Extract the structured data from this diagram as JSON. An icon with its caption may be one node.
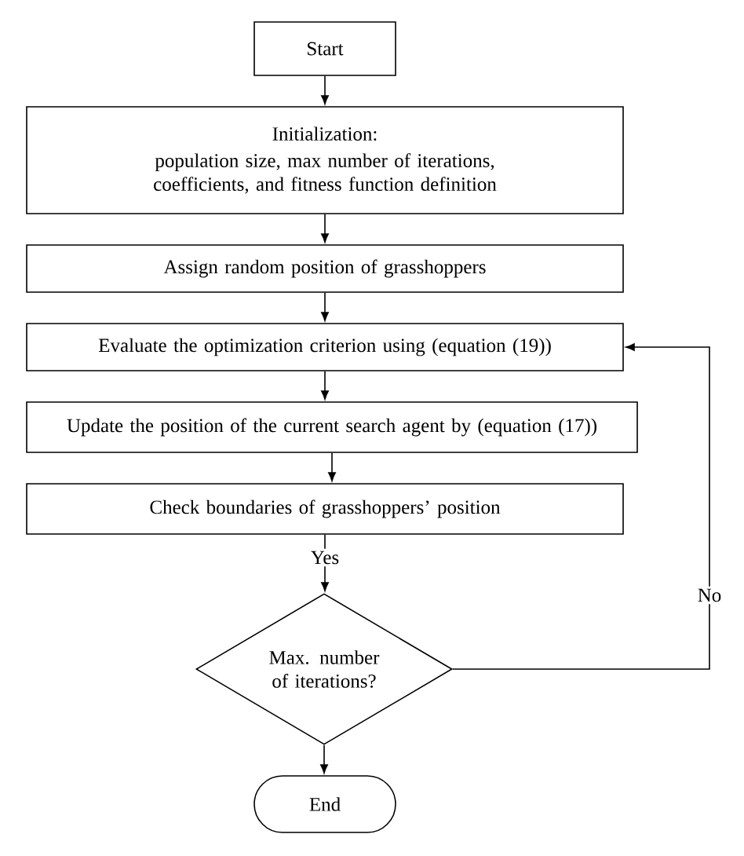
{
  "diagram": {
    "nodes": [
      {
        "text": [
          "Start"
        ]
      },
      {
        "text": [
          "Initialization:",
          "population size, max number of iterations, coefficients, and fitness function definition"
        ]
      },
      {
        "text": [
          "Assign random position of grasshoppers"
        ]
      },
      {
        "text": [
          "Evaluate the optimization criterion using (equation (19))"
        ]
      },
      {
        "text": [
          "Update the position of the current search agent by (equation (17))"
        ]
      },
      {
        "text": [
          "Check boundaries of grasshoppers’ position"
        ]
      },
      {
        "text": [
          "Max. number of iterations?"
        ]
      },
      {
        "text": [
          "End"
        ]
      }
    ],
    "edges": [
      {
        "from": 0,
        "to": 1,
        "arrow": "to"
      },
      {
        "from": 1,
        "to": 2,
        "arrow": "to"
      },
      {
        "from": 2,
        "to": 3,
        "arrow": "to"
      },
      {
        "from": 3,
        "to": 4,
        "arrow": "to"
      },
      {
        "from": 4,
        "to": 5,
        "arrow": "to"
      },
      {
        "from": 5,
        "to": 6,
        "arrow": "to",
        "label": "Yes"
      },
      {
        "from": 6,
        "to": 3,
        "arrow": "to",
        "label": "No"
      },
      {
        "from": 6,
        "to": 7,
        "arrow": "to"
      }
    ]
  }
}
